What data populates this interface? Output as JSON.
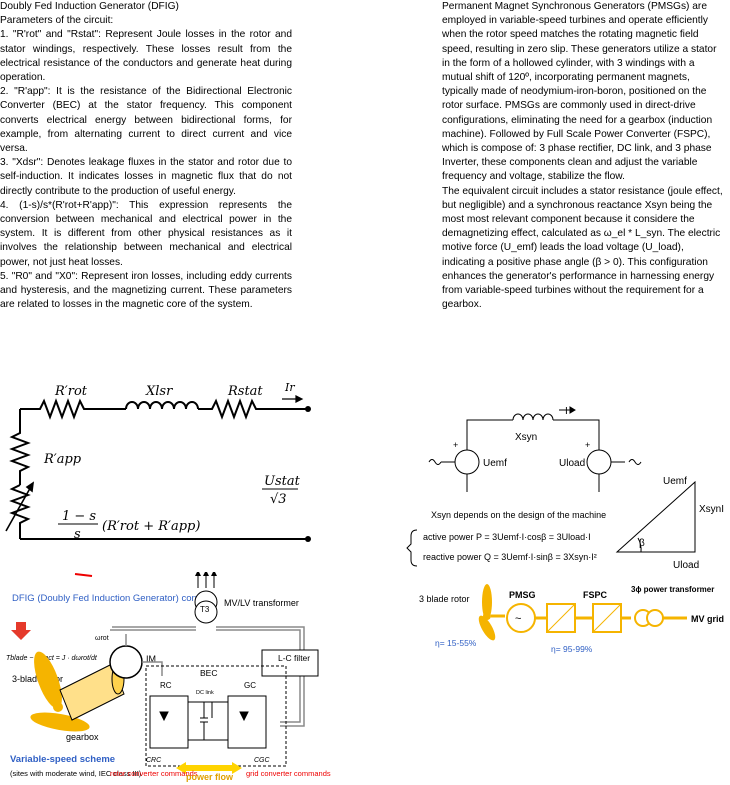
{
  "left_text": {
    "title": "Doubly Fed Induction Generator (DFIG)",
    "intro": "Parameters of the circuit:",
    "items": [
      "1. \"R'rot\" and \"Rstat\": Represent Joule losses in the rotor and stator windings, respectively. These losses result from the electrical resistance of the conductors and generate heat during operation.",
      "2. \"R'app\": It is the resistance of the Bidirectional Electronic Converter (BEC) at the stator frequency. This component converts electrical energy between bidirectional forms, for example, from alternating current to direct current and vice versa.",
      "3. \"Xdsr\": Denotes leakage fluxes in the stator and rotor due to self-induction. It indicates losses in magnetic flux that do not directly contribute to the production of useful energy.",
      "4. (1-s)/s*(R'rot+R'app)\": This expression represents the conversion between mechanical and electrical power in the system. It is different from other physical resistances as it involves the relationship between mechanical and electrical power, not just heat losses.",
      "5. \"R0\" and \"X0\": Represent iron losses, including eddy currents and hysteresis, and the magnetizing current. These parameters are related to losses in the magnetic core of the system."
    ]
  },
  "right_text": {
    "paragraphs": [
      "Permanent Magnet Synchronous Generators (PMSGs) are employed in variable-speed turbines and operate efficiently when the rotor speed matches the rotating magnetic field speed, resulting in zero slip. These generators utilize a stator in the form of a hollowed cylinder, with 3 windings with a mutual shift of 120º, incorporating permanent magnets, typically made of neodymium-iron-boron, positioned on the rotor surface. PMSGs are commonly used in direct-drive configurations, eliminating the need for a gearbox (induction machine). Followed by Full Scale Power Converter (FSPC), which is compose of: 3 phase rectifier, DC link, and 3 phase Inverter, these components clean and adjust the variable frequency and voltage, stabilize the flow.",
      "The equivalent circuit includes a stator resistance (joule effect, but negligible) and a synchronous reactance Xsyn being the most most relevant component because it considere the demagnetizing effect, calculated as ω_el * L_syn. The electric motive force (U_emf) leads the load voltage (U_load), indicating a positive phase angle (β > 0). This configuration enhances the generator's performance in harnessing energy from variable-speed turbines without the requirement for a gearbox."
    ]
  },
  "dfig_circuit": {
    "r_rot": "R′rot",
    "x_lsr": "Xlsr",
    "r_stat": "Rstat",
    "current": "Ir",
    "r_app": "R′app",
    "u_stat": "Ustat",
    "sqrt3": "√3",
    "slip_num": "1 − s",
    "slip_den": "s",
    "slip_expr": "(R′rot + R′app)"
  },
  "dfig_scheme": {
    "concept": "DFIG (Doubly Fed Induction Generator) concept",
    "equation": "Tblade − Telect = J · dωrot/dt",
    "omega": "ωrot",
    "rotor": "3-blade rotor",
    "gearbox": "gearbox",
    "im": "IM",
    "transformer": "MV/LV transformer",
    "t3": "T3",
    "lc_filter": "L-C filter",
    "bec": "BEC",
    "rc": "RC",
    "gc": "GC",
    "dc_link": "DC link",
    "variable_speed": "Variable-speed scheme",
    "sites": "(sites with moderate wind, IEC class III)",
    "c_rc": "CRC",
    "c_gc": "CGC",
    "rotor_cmds": "rotor converter commands",
    "power_flow": "power flow",
    "grid_cmds": "grid converter commands"
  },
  "pmsg_circuit": {
    "current": "I",
    "x_syn": "Xsyn",
    "u_emf": "Uemf",
    "u_load": "Uload",
    "depends": "Xsyn depends on the design of the machine",
    "active": "active power P = 3Uemf·I·cosβ = 3Uload·I",
    "reactive": "reactive power Q = 3Uemf·I·sinβ = 3Xsyn·I²",
    "tri_uemf": "Uemf",
    "tri_xsyn": "XsynI",
    "tri_beta": "β",
    "tri_uload": "Uload"
  },
  "pmsg_chain": {
    "rotor": "3 blade rotor",
    "pmsg": "PMSG",
    "fspc": "FSPC",
    "transformer": "3ϕ power transformer",
    "mv_grid": "MV grid",
    "eta_rotor": "η= 15-55%",
    "eta_fspc": "η= 95-99%"
  }
}
